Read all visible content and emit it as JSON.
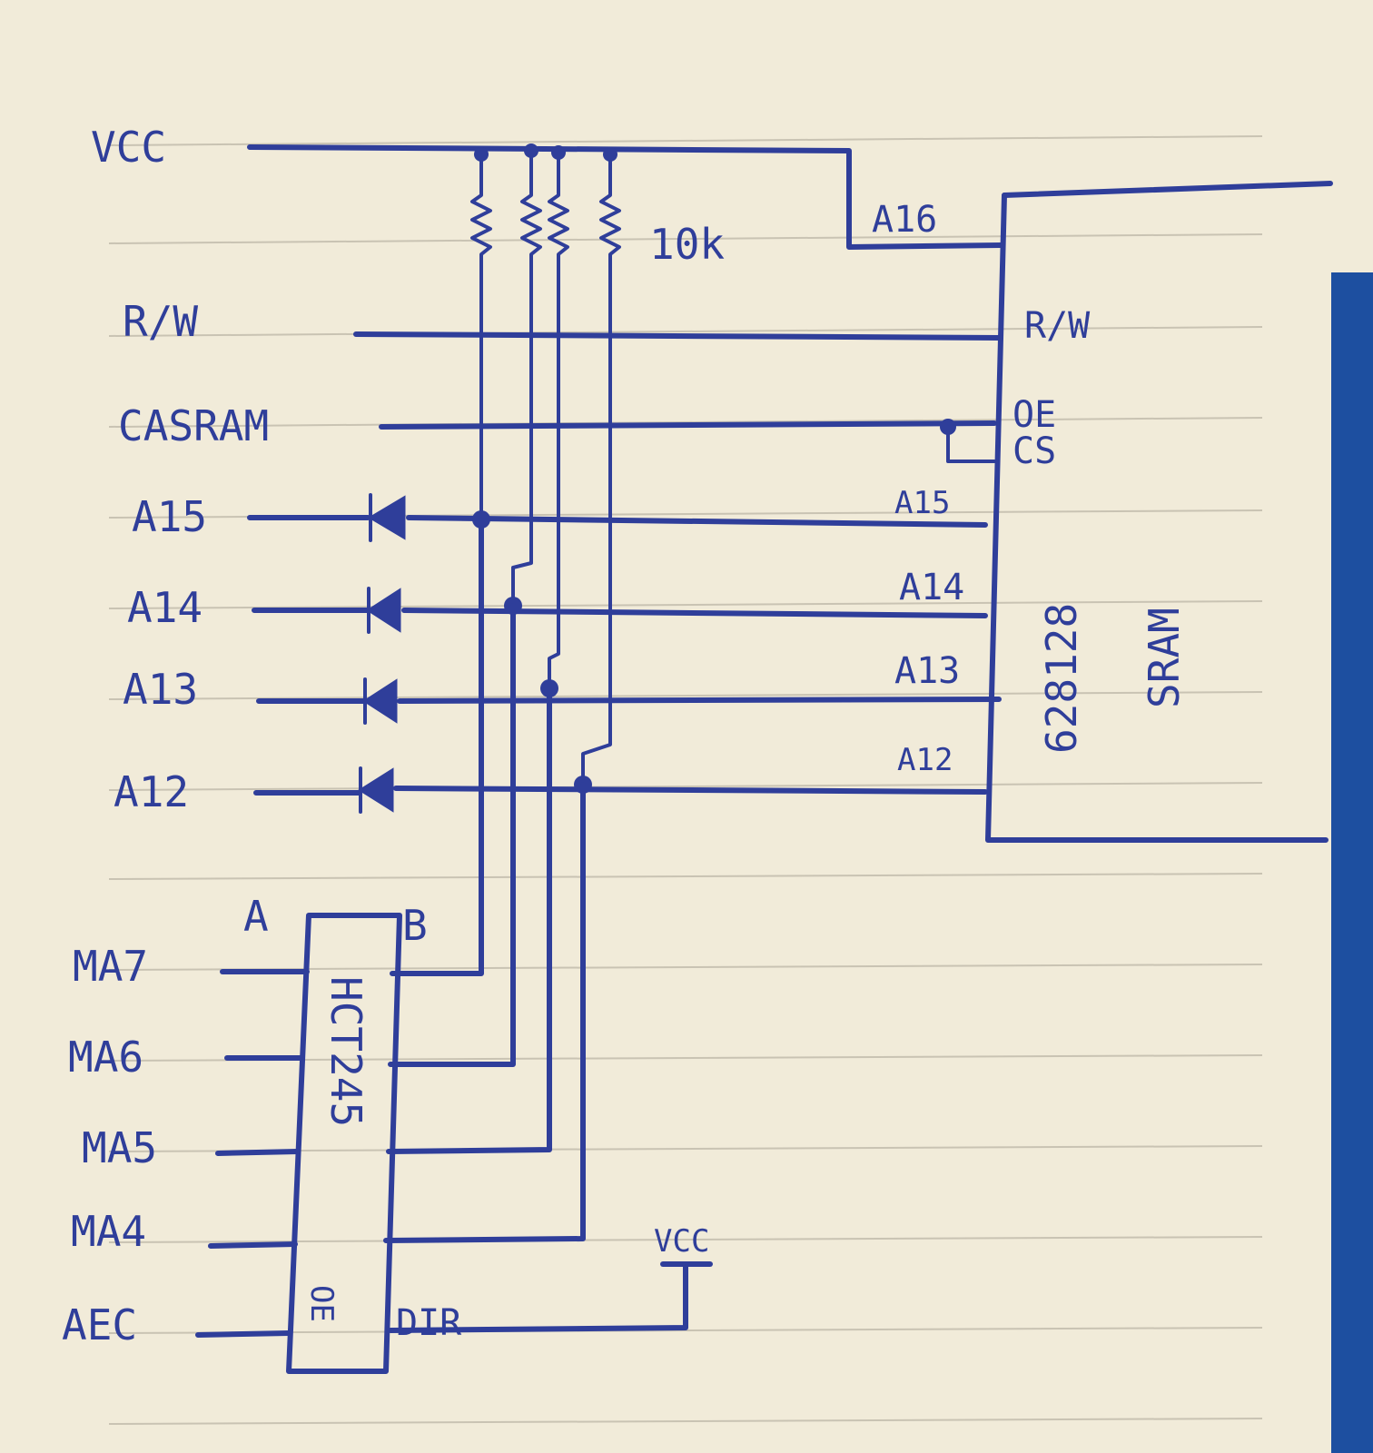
{
  "supply": {
    "vcc_label": "VCC",
    "vcc_dir_label": "VCC"
  },
  "resistors": {
    "value_label": "10k"
  },
  "inputs": {
    "rw": "R/W",
    "casram": "CASRAM",
    "a15": "A15",
    "a14": "A14",
    "a13": "A13",
    "a12": "A12"
  },
  "sram": {
    "part": "628128",
    "type": "SRAM",
    "pins": {
      "a16": "A16",
      "rw": "R/W",
      "oe": "OE",
      "cs": "CS",
      "a15": "A15",
      "a14": "A14",
      "a13": "A13",
      "a12": "A12"
    }
  },
  "buffer": {
    "part": "HCT245",
    "side_a": "A",
    "side_b": "B",
    "oe_pin": "OE",
    "dir_pin": "DIR",
    "inputs": [
      "MA7",
      "MA6",
      "MA5",
      "MA4",
      "AEC"
    ]
  },
  "colors": {
    "ink": "#2f3e9a",
    "paper": "#f1ebd9",
    "rule": "#c9c3b3",
    "cover": "#1d4fa0"
  }
}
